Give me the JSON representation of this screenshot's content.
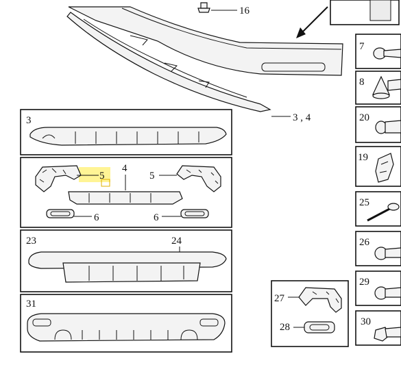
{
  "callouts": {
    "c16": "16",
    "c3_4_top": "3 , 4",
    "c3": "3",
    "c4": "4",
    "c5_left": "5",
    "c5_right": "5",
    "c6_left": "6",
    "c6_right": "6",
    "c23": "23",
    "c24": "24",
    "c31": "31",
    "c27": "27",
    "c28": "28"
  },
  "side_parts": [
    {
      "number": "7",
      "icon": "bolt-icon"
    },
    {
      "number": "8",
      "icon": "clip-icon"
    },
    {
      "number": "20",
      "icon": "rivet-icon"
    },
    {
      "number": "19",
      "icon": "bracket-clip-icon"
    },
    {
      "number": "25",
      "icon": "long-screw-icon"
    },
    {
      "number": "26",
      "icon": "screw-icon"
    },
    {
      "number": "29",
      "icon": "screw-icon"
    },
    {
      "number": "30",
      "icon": "nut-icon"
    }
  ],
  "highlight": {
    "target": "5",
    "color": "#ffea00"
  }
}
